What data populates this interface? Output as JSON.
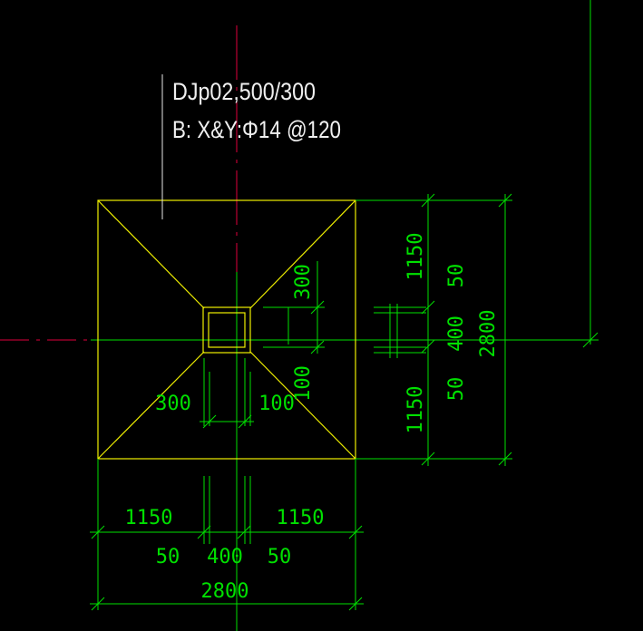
{
  "colors": {
    "background": "#000000",
    "outline": "#f0f000",
    "dimension": "#00e000",
    "axis": "#e0003c",
    "leader": "#e6e6e6",
    "label_text": "#f0f0f0"
  },
  "label": {
    "line1": "DJp02,500/300",
    "line2": "B:  X&Y:Φ14 @120"
  },
  "dims": {
    "right_1150_top": "1150",
    "right_50_top": "50",
    "right_400": "400",
    "right_50_bottom": "50",
    "right_1150_bottom": "1150",
    "right_total": "2800",
    "bottom_1150_left": "1150",
    "bottom_1150_right": "1150",
    "bottom_50_left": "50",
    "bottom_400": "400",
    "bottom_50_right": "50",
    "bottom_total": "2800",
    "col_offset_top": "300",
    "col_offset_bottom": "100",
    "col_offset_left": "300",
    "col_offset_right": "100"
  }
}
